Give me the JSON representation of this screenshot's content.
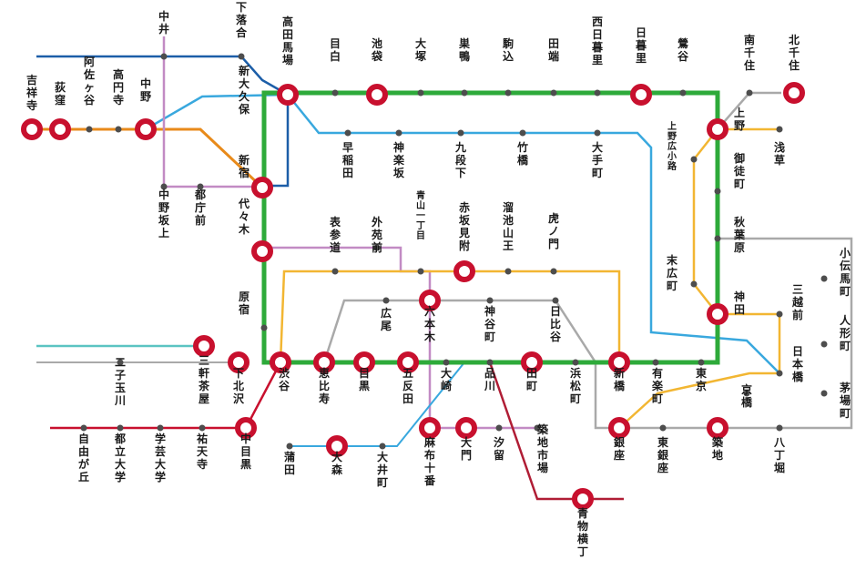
{
  "colors": {
    "loop": "#2eaa3a",
    "blue": "#1c5ea8",
    "cyan": "#39a8de",
    "orange": "#e88a1a",
    "purple": "#c28bc4",
    "yellow": "#f2b632",
    "gray": "#a9a9a9",
    "teal": "#5bc4c2",
    "red": "#c8102e",
    "crimson": "#b01d35",
    "major_ring": "#c8102e",
    "minor_dot": "#4d4d4d"
  },
  "stations": {
    "takadanobaba": "高田馬場",
    "mejiro": "目白",
    "ikebukuro": "池袋",
    "otsuka": "大塚",
    "sugamo": "巣鴨",
    "komagome": "駒込",
    "tabata": "田端",
    "nishinippori": "西日暮里",
    "nippori": "日暮里",
    "uguisudani": "鶯谷",
    "minamisenju": "南千住",
    "kitasenju": "北千住",
    "nakai": "中井",
    "shimoochiai": "下落合",
    "kichijoji": "吉祥寺",
    "ogikubo": "荻窪",
    "asagaya": "阿佐ヶ谷",
    "koenji": "高円寺",
    "nakano": "中野",
    "shinokubo": "新大久保",
    "shinjuku": "新宿",
    "yoyogi": "代々木",
    "harajuku": "原宿",
    "waseda": "早稲田",
    "kagurazaka": "神楽坂",
    "kudanshita": "九段下",
    "takebashi": "竹橋",
    "otemachi": "大手町",
    "ueno": "上野",
    "asakusa": "浅草",
    "uenohirokoji": "上野広小路",
    "okachimachi": "御徒町",
    "akihabara": "秋葉原",
    "suehirocho": "末広町",
    "kanda": "神田",
    "nakanosakaue": "中野坂上",
    "tochomae": "都庁前",
    "omotesando": "表参道",
    "gaienmae": "外苑前",
    "aoyamaicchome": "青山一丁目",
    "akasakamitsuke": "赤坂見附",
    "tameikesanno": "溜池山王",
    "toranomon": "虎ノ門",
    "kodenmacho": "小伝馬町",
    "mitsukoshimae": "三越前",
    "ningyocho": "人形町",
    "nihonbashi": "日本橋",
    "kayabacho": "茅場町",
    "hiroo": "広尾",
    "roppongi": "六本木",
    "kamiyacho": "神谷町",
    "hibiya": "日比谷",
    "futakotamagawa": "二子玉川",
    "sangenjaya": "三軒茶屋",
    "shimokitazawa": "下北沢",
    "shibuya": "渋谷",
    "ebisu": "恵比寿",
    "meguro": "目黒",
    "gotanda": "五反田",
    "osaki": "大崎",
    "shinagawa": "品川",
    "tamachi": "田町",
    "hamamatsucho": "浜松町",
    "shimbashi": "新橋",
    "yurakucho": "有楽町",
    "tokyo": "東京",
    "kyobashi": "京橋",
    "jiyugaoka": "自由が丘",
    "toritsudaigaku": "都立大学",
    "gakugeidaigaku": "学芸大学",
    "yutenji": "祐天寺",
    "nakameguro": "中目黒",
    "kamata": "蒲田",
    "omori": "大森",
    "oimachi": "大井町",
    "azabujuban": "麻布十番",
    "daimon": "大門",
    "shiodome": "汐留",
    "tsukijishijo": "築地市場",
    "ginza": "銀座",
    "higashiginza": "東銀座",
    "tsukiji": "築地",
    "hatchobori": "八丁堀",
    "aomoriyokocho": "青物横丁"
  }
}
